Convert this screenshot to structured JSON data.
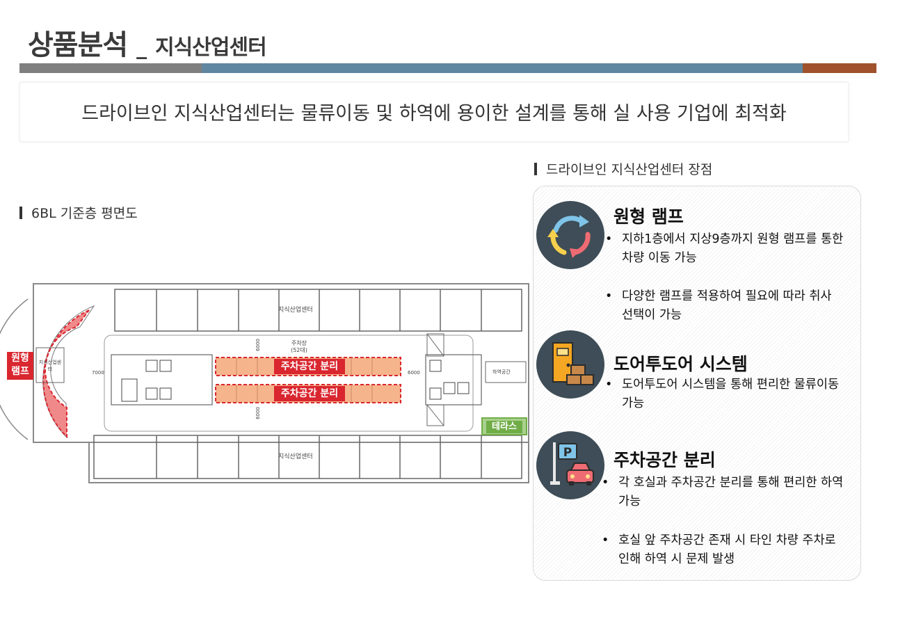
{
  "header": {
    "title": "상품분석",
    "separator": "_",
    "subtitle": "지식산업센터",
    "bar_colors": [
      "#7f7f7f",
      "#5f87a0",
      "#a0522d"
    ]
  },
  "headline": "드라이브인 지식산업센터는 물류이동 및 하역에 용이한 설계를 통해 실 사용 기업에 최적화",
  "floorplan": {
    "section_label": "6BL 기준층 평면도",
    "ramp_tag_line1": "원형",
    "ramp_tag_line2": "램프",
    "parking_tag_1": "주차공간 분리",
    "parking_tag_2": "주차공간 분리",
    "terrace_tag": "테라스",
    "room_label_top": "지식산업센터",
    "room_label_bottom": "지식산업센터",
    "room_label_core": "지식산업센터",
    "parking_label": "주차장",
    "parking_count": "(52대)",
    "dim_left": "7000",
    "dim_right": "6000",
    "dim_v1": "6000",
    "dim_v2": "6000",
    "label_loading": "하역공간"
  },
  "advantages": {
    "section_label": "드라이브인 지식산업센터 장점",
    "features": [
      {
        "icon": "circular-arrows-icon",
        "title": "원형 램프",
        "bullets": [
          [
            "지하1층에서 지상9층까지 원형 램프를 통한",
            "차량 이동 가능"
          ],
          [
            "다양한 램프를 적용하여 필요에 따라 취사",
            "선택이 가능"
          ]
        ]
      },
      {
        "icon": "door-boxes-icon",
        "title": "도어투도어 시스템",
        "bullets": [
          [
            "도어투도어 시스템을 통해 편리한 물류이동",
            "가능"
          ]
        ]
      },
      {
        "icon": "parking-car-icon",
        "title": "주차공간 분리",
        "bullets": [
          [
            "각 호실과 주차공간 분리를 통해 편리한 하역",
            "가능"
          ],
          [
            "호실 앞 주차공간 존재 시 타인 차량 주차로",
            "인해 하역 시 문제 발생"
          ]
        ]
      }
    ],
    "bullet_symbol": "•"
  },
  "colors": {
    "ramp": "#f08a8a",
    "ramp_tag": "#d9262f",
    "parking_fill": "#f6b48c",
    "parking_tag": "#d9262f",
    "terrace": "#70ad47",
    "icon_bg": "#3e4d57"
  }
}
